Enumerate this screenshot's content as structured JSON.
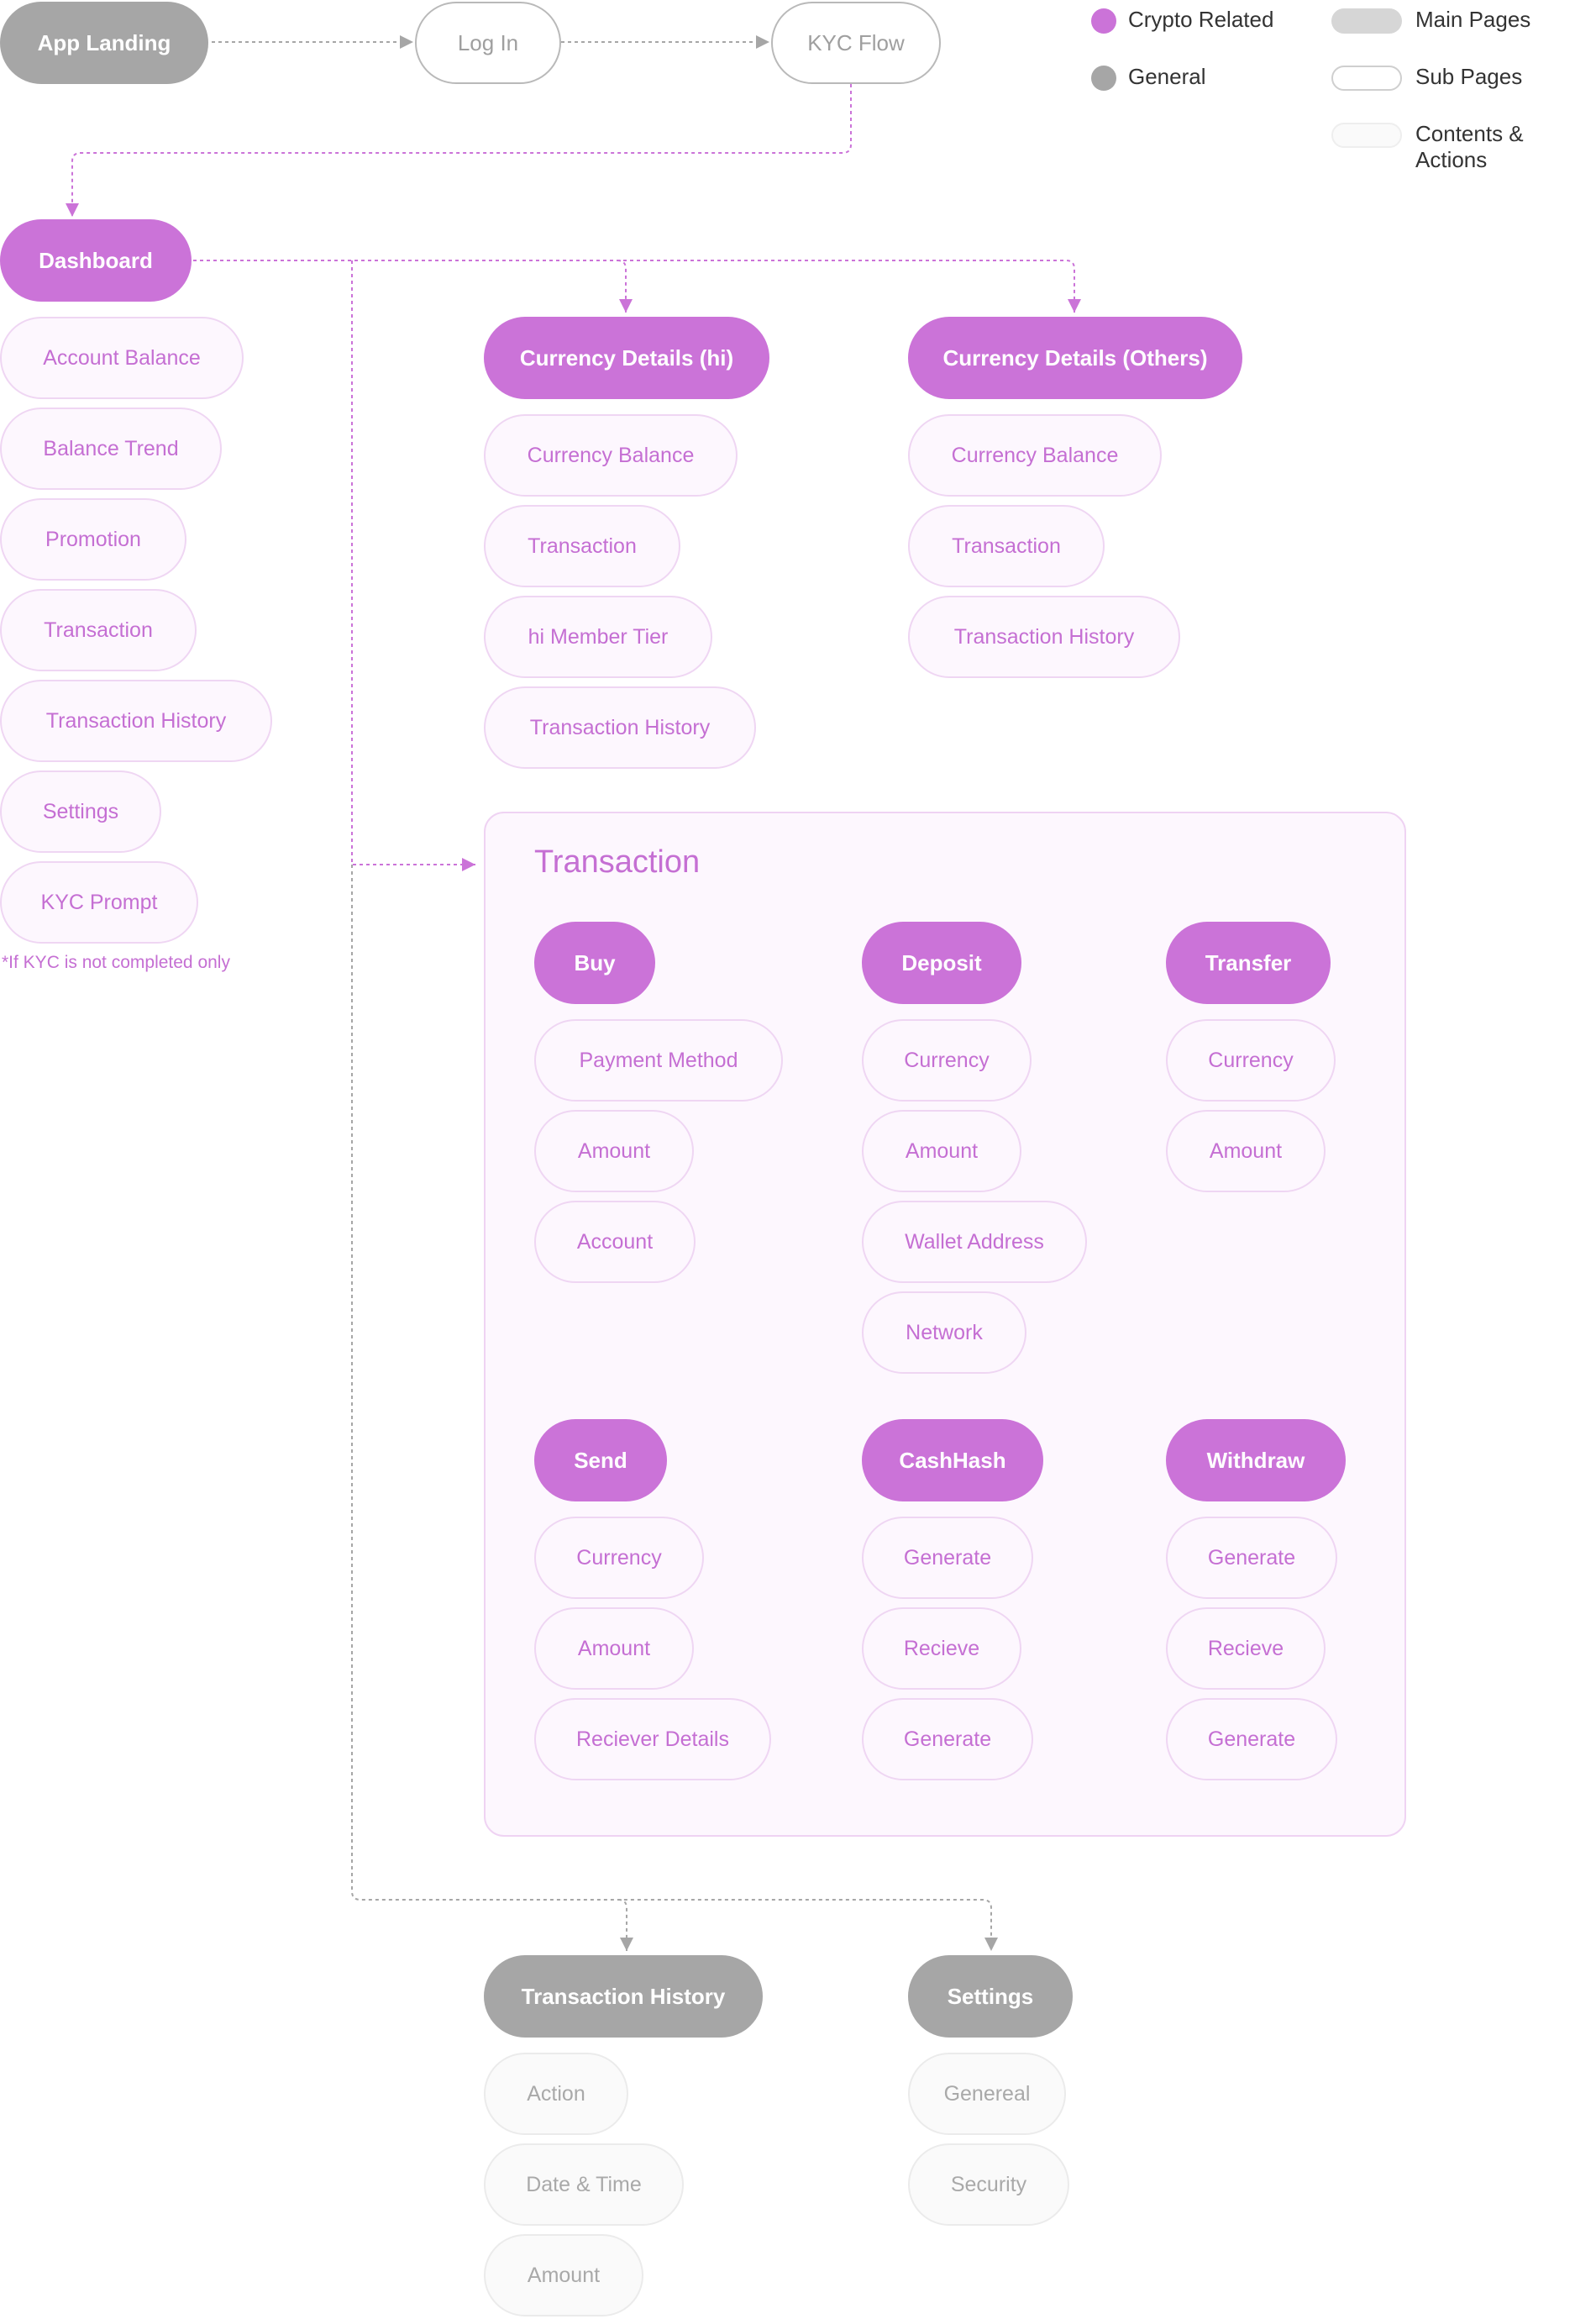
{
  "flow": {
    "app_landing": "App Landing",
    "log_in": "Log  In",
    "kyc_flow": "KYC Flow"
  },
  "legend": {
    "crypto": "Crypto Related",
    "general": "General",
    "main_pages": "Main Pages",
    "sub_pages": "Sub Pages",
    "contents": "Contents & Actions"
  },
  "dashboard": {
    "title": "Dashboard",
    "items": [
      "Account Balance",
      "Balance Trend",
      "Promotion",
      "Transaction",
      "Transaction History",
      "Settings",
      "KYC Prompt"
    ],
    "note": "*If KYC is not completed only"
  },
  "currency_hi": {
    "title": "Currency Details (hi)",
    "items": [
      "Currency Balance",
      "Transaction",
      "hi Member Tier",
      "Transaction History"
    ]
  },
  "currency_others": {
    "title": "Currency Details (Others)",
    "items": [
      "Currency Balance",
      "Transaction",
      "Transaction History"
    ]
  },
  "transaction": {
    "title": "Transaction",
    "buy": {
      "title": "Buy",
      "items": [
        "Payment Method",
        "Amount",
        "Account"
      ]
    },
    "deposit": {
      "title": "Deposit",
      "items": [
        "Currency",
        "Amount",
        "Wallet Address",
        "Network"
      ]
    },
    "transfer": {
      "title": "Transfer",
      "items": [
        "Currency",
        "Amount"
      ]
    },
    "send": {
      "title": "Send",
      "items": [
        "Currency",
        "Amount",
        "Reciever Details"
      ]
    },
    "cashhash": {
      "title": "CashHash",
      "items": [
        "Generate",
        "Recieve",
        "Generate"
      ]
    },
    "withdraw": {
      "title": "Withdraw",
      "items": [
        "Generate",
        "Recieve",
        "Generate"
      ]
    }
  },
  "transaction_history": {
    "title": "Transaction History",
    "items": [
      "Action",
      "Date & Time",
      "Amount"
    ]
  },
  "settings": {
    "title": "Settings",
    "items": [
      "Genereal",
      "Security"
    ]
  },
  "colors": {
    "crypto": "#cb73d8",
    "general": "#a6a6a6",
    "crypto_light": "#fdf7fe",
    "crypto_border": "#efd6f3"
  }
}
